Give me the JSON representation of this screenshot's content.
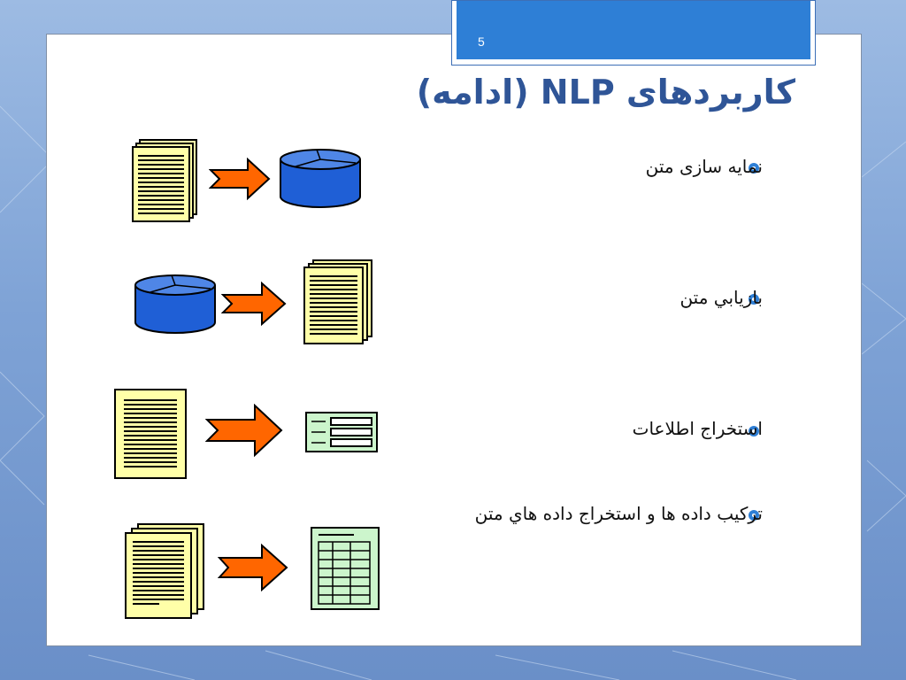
{
  "slide": {
    "number": "5",
    "title": "کاربردهای NLP (ادامه)",
    "bullets": [
      "نمايه سازی متن",
      "بازيابي متن",
      "استخراج اطلاعات",
      "ترکيب داده ها و استخراج داده هاي متن"
    ]
  },
  "colors": {
    "accent": "#2e7fd6",
    "title": "#2f5597",
    "arrow": "#ff6600",
    "document": "#ffffa8",
    "database": "#1f5fd6",
    "table": "#ccf5cc"
  },
  "icons": [
    "document-stack-icon",
    "arrow-right-icon",
    "database-icon",
    "document-icon",
    "form-icon",
    "table-icon"
  ]
}
